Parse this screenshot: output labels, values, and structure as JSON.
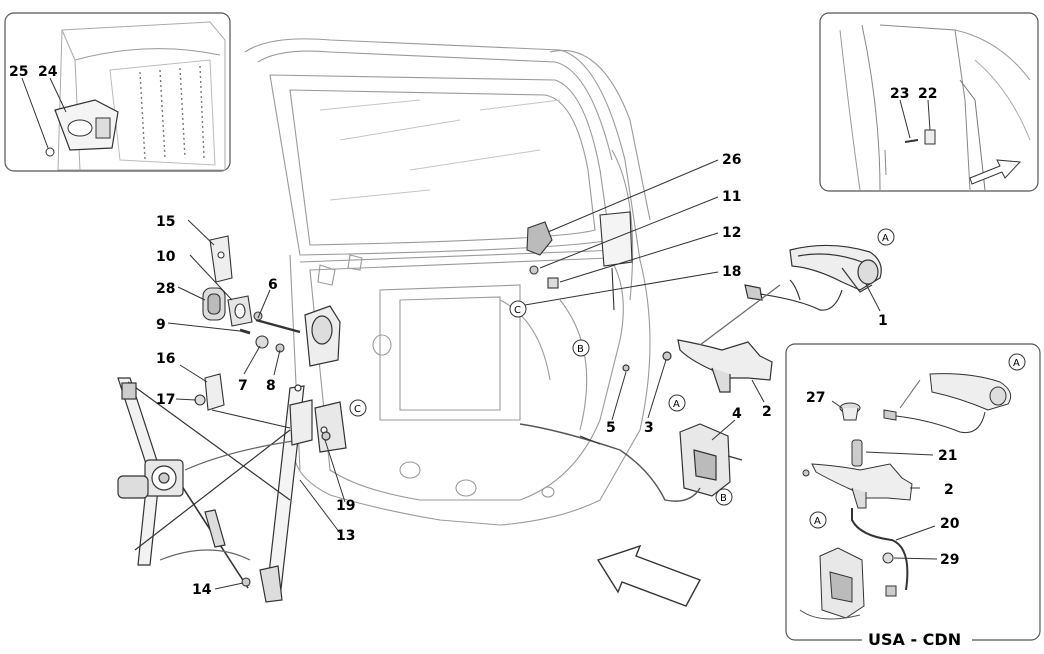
{
  "diagram": {
    "parts": [
      "1",
      "2",
      "3",
      "4",
      "5",
      "6",
      "7",
      "8",
      "9",
      "10",
      "11",
      "12",
      "13",
      "14",
      "15",
      "16",
      "17",
      "18",
      "19",
      "20",
      "21",
      "22",
      "23",
      "24",
      "25",
      "26",
      "27",
      "28",
      "29"
    ],
    "references": [
      "A",
      "B",
      "C"
    ],
    "inset_title": "USA - CDN",
    "inset_parts": [
      "2",
      "20",
      "21",
      "27",
      "29"
    ]
  },
  "colors": {
    "line": "#3a3a3a",
    "light_line": "#9a9a9a",
    "frame": "#555555",
    "background": "#ffffff"
  },
  "icons": [
    "arrow-icon"
  ]
}
